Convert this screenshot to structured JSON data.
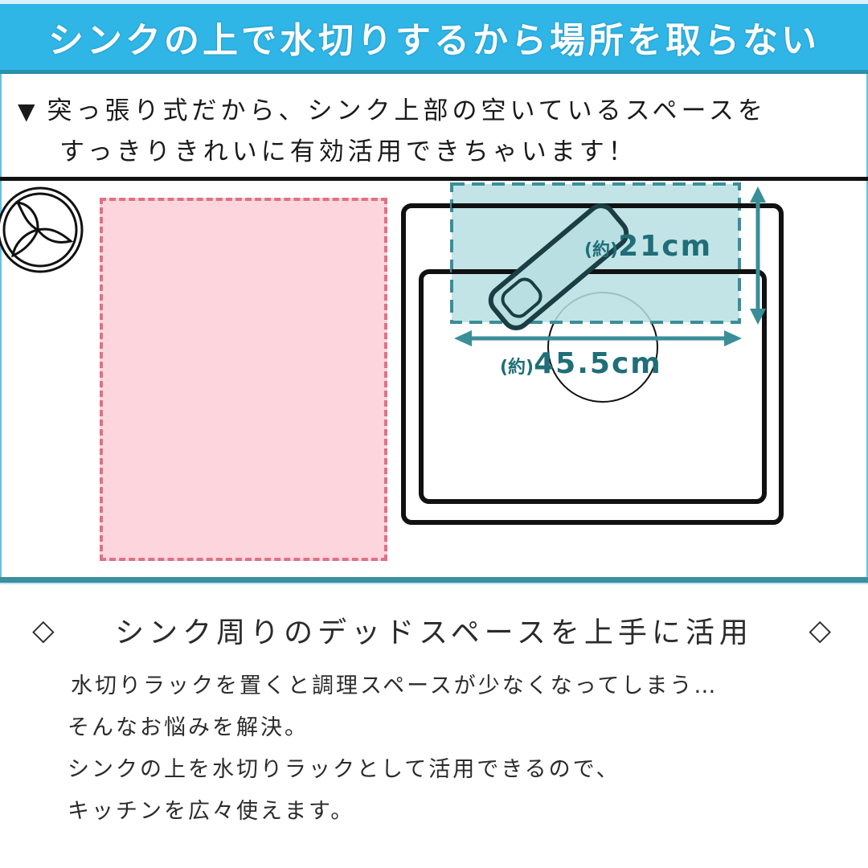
{
  "banner": {
    "title": "シンクの上で水切りするから場所を取らない",
    "background_color": "#2fb5e6"
  },
  "intro": {
    "bullet_icon": "▼",
    "line1": "突っ張り式だから、シンク上部の空いているスペースを",
    "line2": "すっきりきれいに有効活用できちゃいます！"
  },
  "diagram": {
    "logo_icon": "leaf-circle-icon",
    "counter_area_color": "#fdd5dc",
    "counter_border_color": "#e07185",
    "rack_area_color": "#b9dfe3",
    "rack_border_color": "#3a8e98",
    "depth_label": {
      "prefix": "(約)",
      "value": "21cm"
    },
    "width_label": {
      "prefix": "(約)",
      "value": "45.5cm"
    }
  },
  "feature": {
    "open_icon": "◇",
    "title": "シンク周りのデッドスペースを上手に活用",
    "close_icon": "◇",
    "lines": [
      "水切りラックを置くと調理スペースが少なくなってしまう…",
      "そんなお悩みを解決。",
      "シンクの上を水切りラックとして活用できるので、",
      "キッチンを広々使えます。"
    ]
  }
}
